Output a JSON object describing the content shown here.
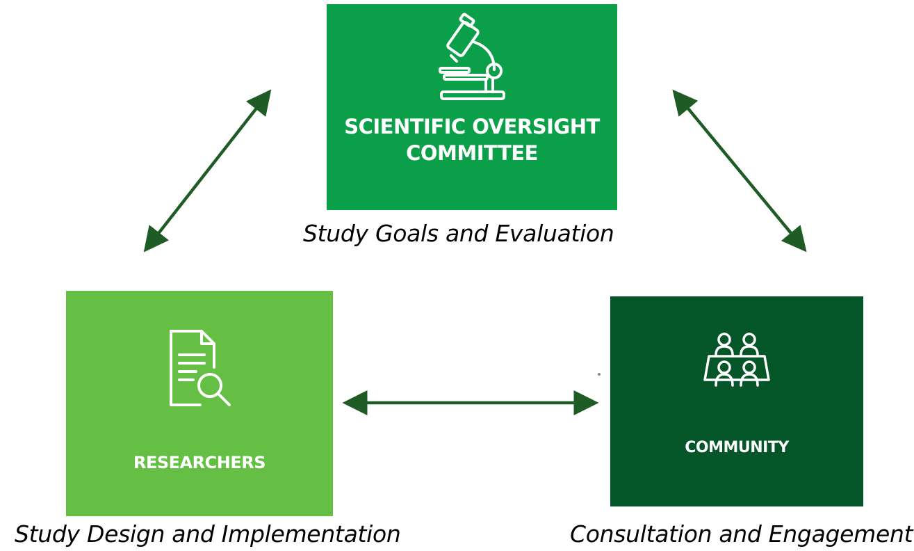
{
  "colors": {
    "scientific_box": "#0c9f49",
    "researchers_box": "#65bf44",
    "community_box": "#045528",
    "arrow": "#1f5b24"
  },
  "nodes": {
    "scientific": {
      "title": "SCIENTIFIC OVERSIGHT\nCOMMITTEE",
      "caption": "Study Goals and Evaluation",
      "icon": "microscope-icon"
    },
    "researchers": {
      "title": "RESEARCHERS",
      "caption": "Study Design and Implementation",
      "icon": "document-search-icon"
    },
    "community": {
      "title": "COMMUNITY",
      "caption": "Consultation and Engagement",
      "icon": "meeting-table-icon"
    }
  },
  "edges": [
    {
      "from": "researchers",
      "to": "scientific",
      "type": "bidirectional"
    },
    {
      "from": "scientific",
      "to": "community",
      "type": "bidirectional"
    },
    {
      "from": "researchers",
      "to": "community",
      "type": "bidirectional"
    }
  ]
}
